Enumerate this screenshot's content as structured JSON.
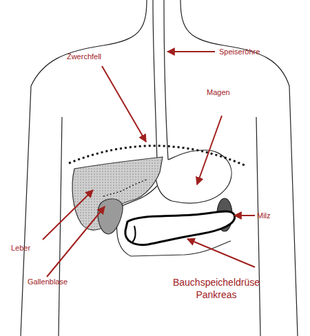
{
  "diagram": {
    "labels": [
      "Zwerchfell",
      "Speiseröhre",
      "Magen",
      "Milz",
      "Leber",
      "Gallenblase",
      "Bauchspeicheldrüse",
      "Pankreas"
    ]
  }
}
